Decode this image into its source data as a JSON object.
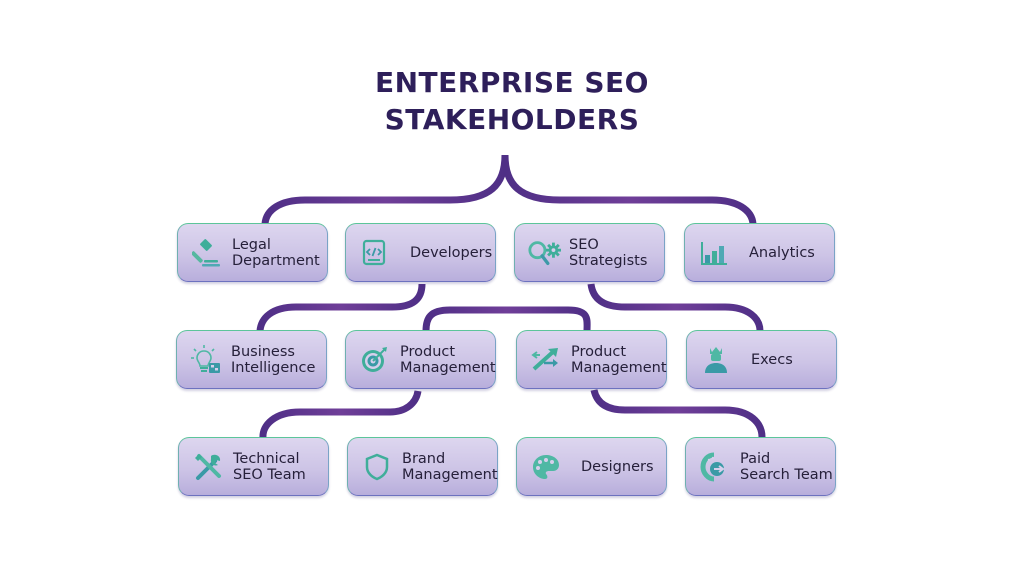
{
  "title": {
    "line1": "ENTERPRISE SEO",
    "line2": "STAKEHOLDERS"
  },
  "colors": {
    "title": "#2e1f5a",
    "connector": "#5e3590",
    "icon_teal": "#3fae9a",
    "node_fill": "#d2cae8",
    "node_border": "#5cc59a"
  },
  "rows": [
    {
      "nodes": [
        {
          "id": "legal",
          "icon": "gavel-icon",
          "lines": [
            "Legal",
            "Department"
          ]
        },
        {
          "id": "developers",
          "icon": "code-icon",
          "lines": [
            "Developers"
          ]
        },
        {
          "id": "seo-strategists",
          "icon": "search-gear-icon",
          "lines": [
            "SEO",
            "Strategists"
          ]
        },
        {
          "id": "analytics",
          "icon": "bar-chart-icon",
          "lines": [
            "Analytics"
          ]
        }
      ]
    },
    {
      "nodes": [
        {
          "id": "business-intelligence",
          "icon": "lightbulb-icon",
          "lines": [
            "Business",
            "Intelligence"
          ]
        },
        {
          "id": "product-management-1",
          "icon": "target-icon",
          "lines": [
            "Product",
            "Management"
          ]
        },
        {
          "id": "product-management-2",
          "icon": "arrows-icon",
          "lines": [
            "Product",
            "Management"
          ]
        },
        {
          "id": "execs",
          "icon": "crown-person-icon",
          "lines": [
            "Execs"
          ]
        }
      ]
    },
    {
      "nodes": [
        {
          "id": "technical-seo",
          "icon": "tools-icon",
          "lines": [
            "Technical",
            "SEO Team"
          ]
        },
        {
          "id": "brand-management",
          "icon": "shield-icon",
          "lines": [
            "Brand",
            "Management"
          ]
        },
        {
          "id": "designers",
          "icon": "palette-icon",
          "lines": [
            "Designers"
          ]
        },
        {
          "id": "paid-search",
          "icon": "paid-search-icon",
          "lines": [
            "Paid",
            "Search Team"
          ]
        }
      ]
    }
  ]
}
